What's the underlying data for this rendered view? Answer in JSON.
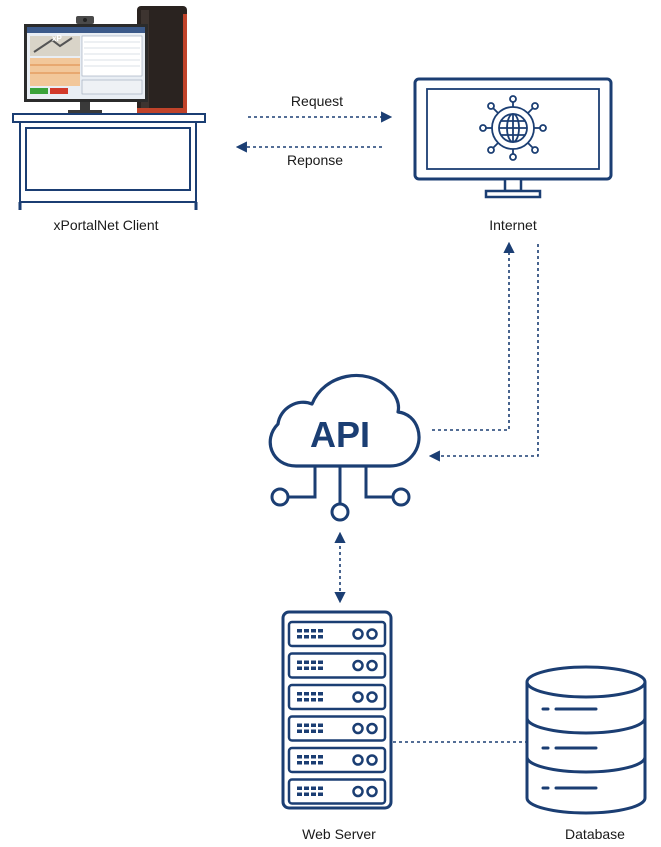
{
  "labels": {
    "client": "xPortalNet Client",
    "internet": "Internet",
    "web_server": "Web Server",
    "database": "Database",
    "request": "Request",
    "response": "Reponse",
    "api": "API"
  },
  "screen_text": "xP",
  "icons": {
    "client": "desk-computer-icon",
    "internet": "monitor-globe-icon",
    "api": "api-cloud-icon",
    "server": "server-rack-icon",
    "database": "database-icon"
  },
  "colors": {
    "primary": "#1b3e73",
    "text": "#1a1a1a",
    "tower": "#2a2320",
    "tower_accent": "#c0432a"
  }
}
